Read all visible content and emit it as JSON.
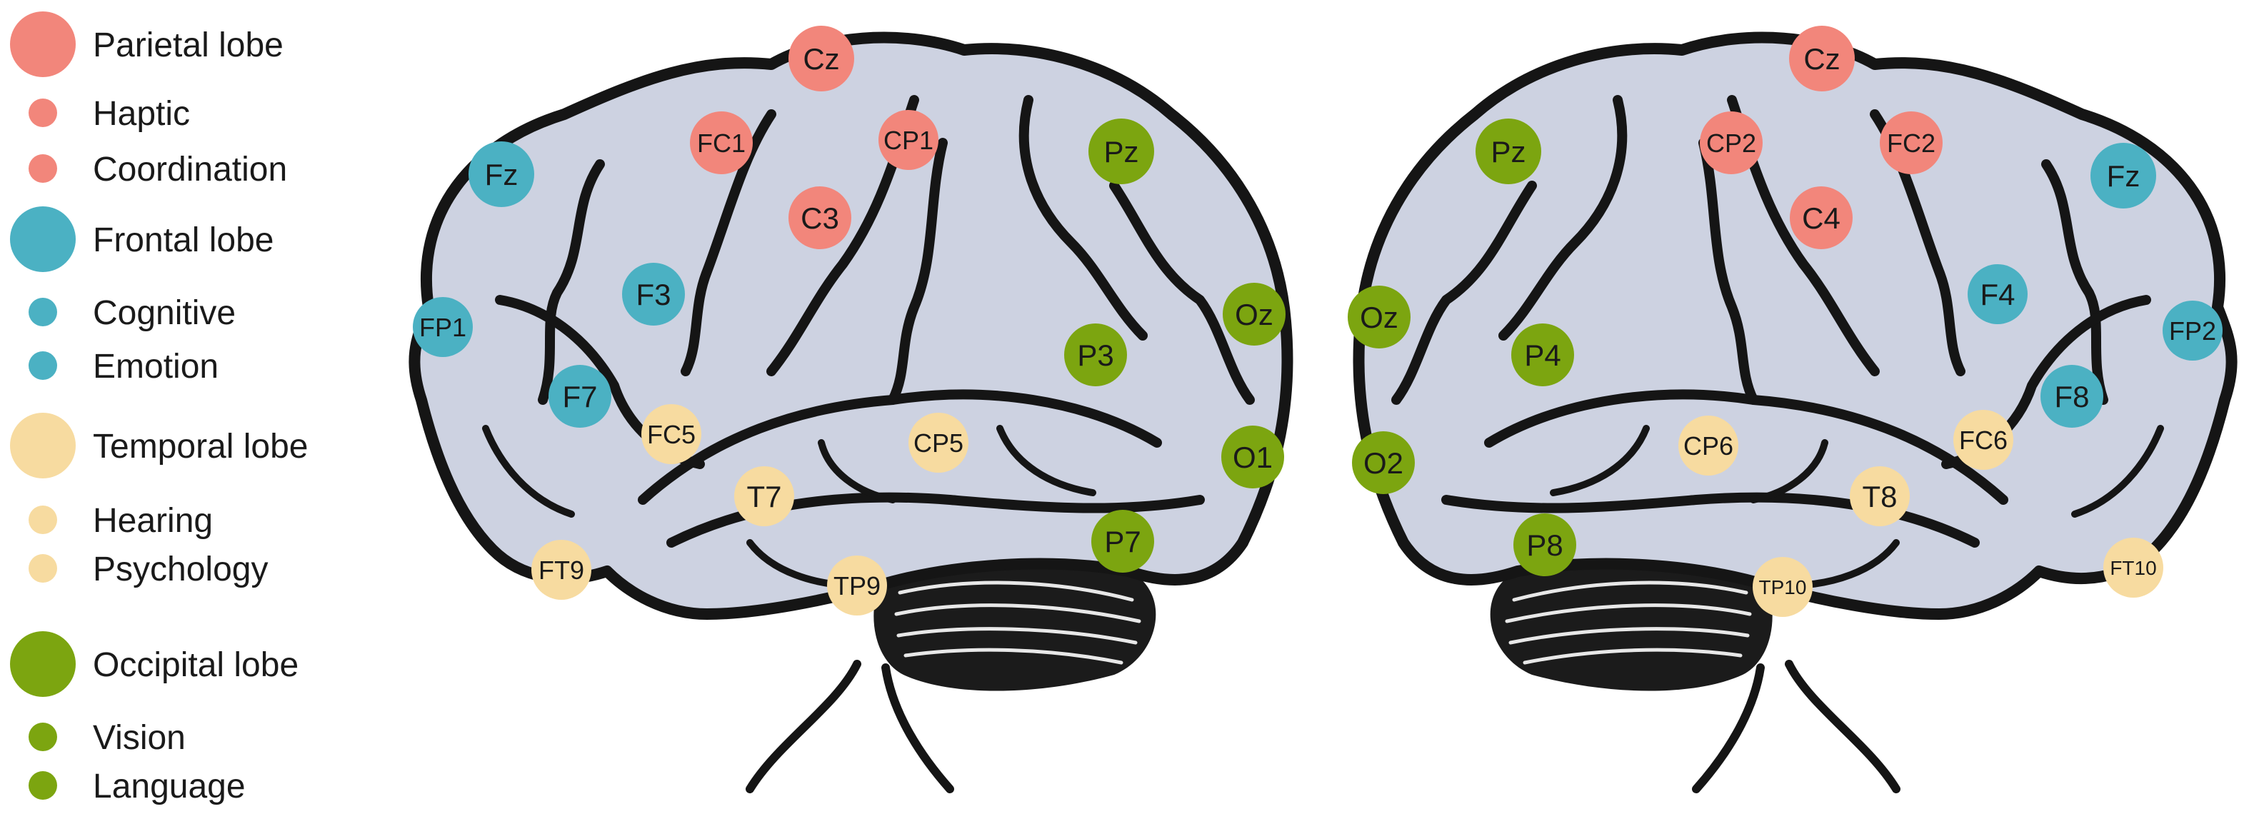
{
  "colors": {
    "parietal": "#f2867b",
    "frontal": "#4bb1c3",
    "temporal": "#f7dba0",
    "occipital": "#7ca510",
    "brain": "#cdd2e1",
    "outline": "#151515"
  },
  "legend": [
    {
      "label": "Parietal lobe",
      "group": "parietal",
      "kind": "lobe"
    },
    {
      "label": "Haptic",
      "group": "parietal",
      "kind": "function"
    },
    {
      "label": "Coordination",
      "group": "parietal",
      "kind": "function"
    },
    {
      "label": "Frontal lobe",
      "group": "frontal",
      "kind": "lobe"
    },
    {
      "label": "Cognitive",
      "group": "frontal",
      "kind": "function"
    },
    {
      "label": "Emotion",
      "group": "frontal",
      "kind": "function"
    },
    {
      "label": "Temporal lobe",
      "group": "temporal",
      "kind": "lobe"
    },
    {
      "label": "Hearing",
      "group": "temporal",
      "kind": "function"
    },
    {
      "label": "Psychology",
      "group": "temporal",
      "kind": "function"
    },
    {
      "label": "Occipital lobe",
      "group": "occipital",
      "kind": "lobe"
    },
    {
      "label": "Vision",
      "group": "occipital",
      "kind": "function"
    },
    {
      "label": "Language",
      "group": "occipital",
      "kind": "function"
    }
  ],
  "left_hemisphere_electrodes": [
    {
      "label": "Cz",
      "group": "parietal"
    },
    {
      "label": "FC1",
      "group": "parietal"
    },
    {
      "label": "CP1",
      "group": "parietal"
    },
    {
      "label": "C3",
      "group": "parietal"
    },
    {
      "label": "Pz",
      "group": "occipital"
    },
    {
      "label": "Fz",
      "group": "frontal"
    },
    {
      "label": "F3",
      "group": "frontal"
    },
    {
      "label": "FP1",
      "group": "frontal"
    },
    {
      "label": "F7",
      "group": "frontal"
    },
    {
      "label": "Oz",
      "group": "occipital"
    },
    {
      "label": "P3",
      "group": "occipital"
    },
    {
      "label": "O1",
      "group": "occipital"
    },
    {
      "label": "P7",
      "group": "occipital"
    },
    {
      "label": "FC5",
      "group": "temporal"
    },
    {
      "label": "CP5",
      "group": "temporal"
    },
    {
      "label": "T7",
      "group": "temporal"
    },
    {
      "label": "FT9",
      "group": "temporal"
    },
    {
      "label": "TP9",
      "group": "temporal"
    }
  ],
  "right_hemisphere_electrodes": [
    {
      "label": "Cz",
      "group": "parietal"
    },
    {
      "label": "CP2",
      "group": "parietal"
    },
    {
      "label": "FC2",
      "group": "parietal"
    },
    {
      "label": "C4",
      "group": "parietal"
    },
    {
      "label": "Pz",
      "group": "occipital"
    },
    {
      "label": "Fz",
      "group": "frontal"
    },
    {
      "label": "F4",
      "group": "frontal"
    },
    {
      "label": "FP2",
      "group": "frontal"
    },
    {
      "label": "F8",
      "group": "frontal"
    },
    {
      "label": "Oz",
      "group": "occipital"
    },
    {
      "label": "P4",
      "group": "occipital"
    },
    {
      "label": "O2",
      "group": "occipital"
    },
    {
      "label": "P8",
      "group": "occipital"
    },
    {
      "label": "CP6",
      "group": "temporal"
    },
    {
      "label": "FC6",
      "group": "temporal"
    },
    {
      "label": "T8",
      "group": "temporal"
    },
    {
      "label": "TP10",
      "group": "temporal"
    },
    {
      "label": "FT10",
      "group": "temporal"
    }
  ]
}
